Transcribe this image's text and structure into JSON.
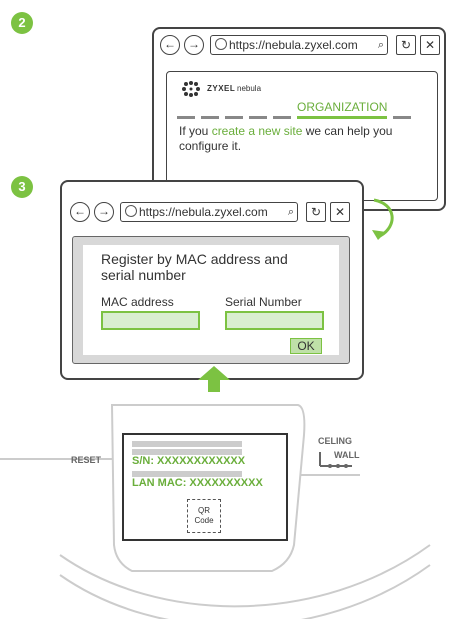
{
  "steps": {
    "two": "2",
    "three": "3"
  },
  "browser": {
    "url": "https://nebula.zyxel.com",
    "back_glyph": "←",
    "forward_glyph": "→",
    "refresh_glyph": "↻",
    "close_glyph": "✕",
    "search_glyph": "⌕"
  },
  "window_top": {
    "brand": "ZYXEL",
    "brand_sub": "nebula",
    "tab_label": "ORGANIZATION",
    "line1_prefix": "If you ",
    "line1_link": "create a new site",
    "line1_suffix": " we can help you",
    "line2": "configure it."
  },
  "window_bottom": {
    "title_line1": "Register by MAC address and",
    "title_line2": "serial number",
    "mac_label": "MAC address",
    "serial_label": "Serial Number",
    "ok_label": "OK"
  },
  "device": {
    "reset_label": "RESET",
    "celing_label": "CELING",
    "wall_label": "WALL",
    "sn_line": "S/N: XXXXXXXXXXXX",
    "mac_line": "LAN MAC: XXXXXXXXXX",
    "qr_line1": "QR",
    "qr_line2": "Code"
  },
  "colors": {
    "accent": "#7cc242",
    "accent_text": "#6aae3b",
    "field_fill": "#d9eed0",
    "outline": "#444444"
  },
  "icons": [
    "back-arrow-icon",
    "forward-arrow-icon",
    "globe-icon",
    "search-icon",
    "refresh-icon",
    "close-icon",
    "zyxel-logo-icon",
    "curved-arrow-icon",
    "up-arrow-icon",
    "qr-code-icon"
  ]
}
